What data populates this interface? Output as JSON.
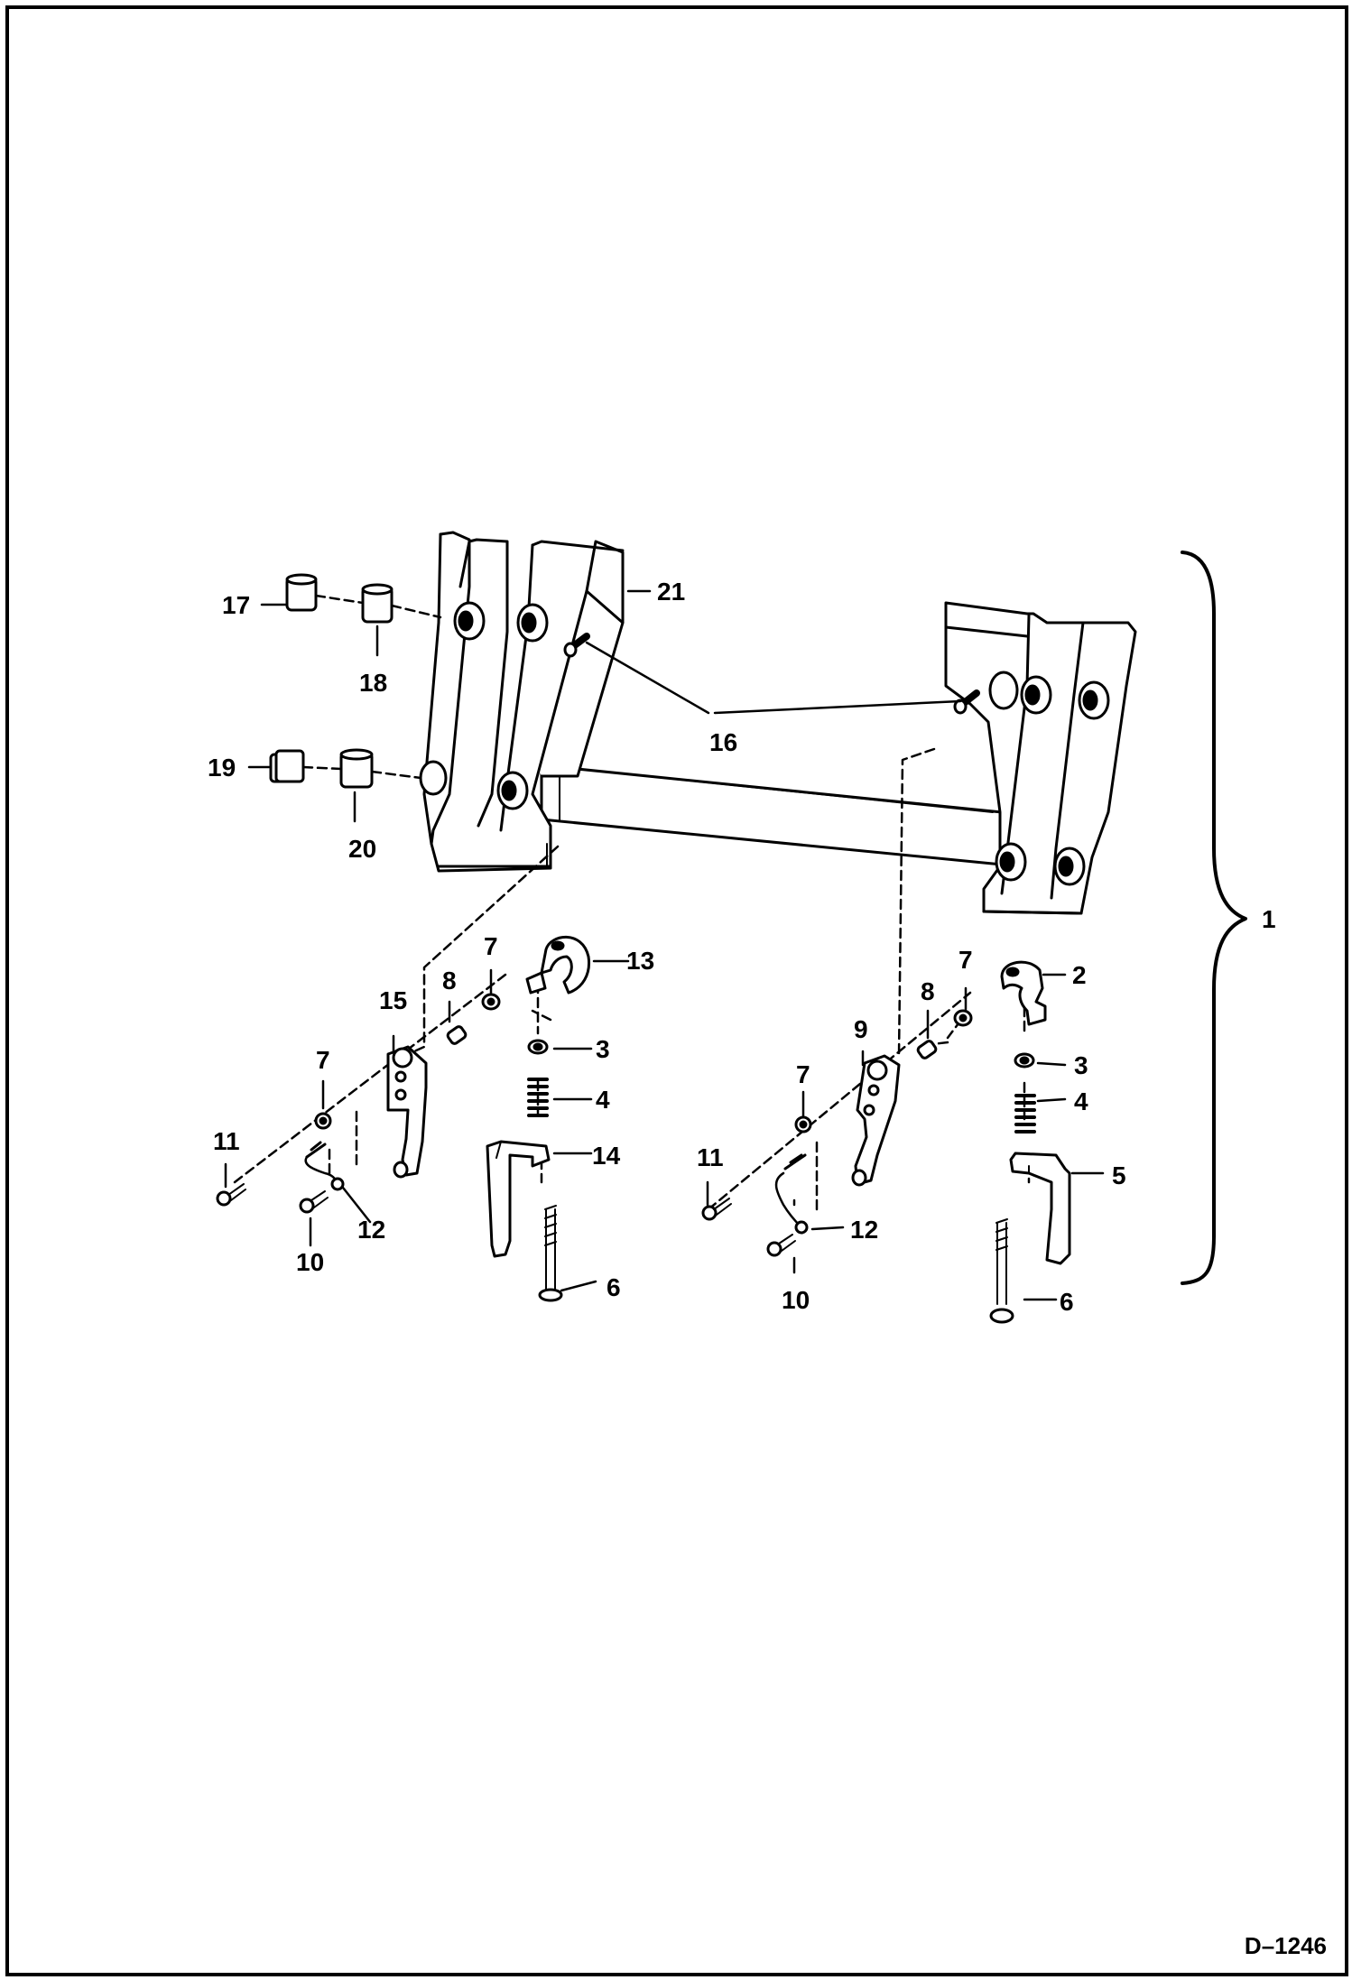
{
  "figure": {
    "drawing_id": "D–1246",
    "callouts": {
      "c1": "1",
      "c2": "2",
      "c3a": "3",
      "c3b": "3",
      "c4a": "4",
      "c4b": "4",
      "c5": "5",
      "c6a": "6",
      "c6b": "6",
      "c7a": "7",
      "c7b": "7",
      "c7c": "7",
      "c7d": "7",
      "c8a": "8",
      "c8b": "8",
      "c9": "9",
      "c10a": "10",
      "c10b": "10",
      "c11a": "11",
      "c11b": "11",
      "c12a": "12",
      "c12b": "12",
      "c13": "13",
      "c14": "14",
      "c15": "15",
      "c16": "16",
      "c17": "17",
      "c18": "18",
      "c19": "19",
      "c20": "20",
      "c21": "21"
    }
  }
}
